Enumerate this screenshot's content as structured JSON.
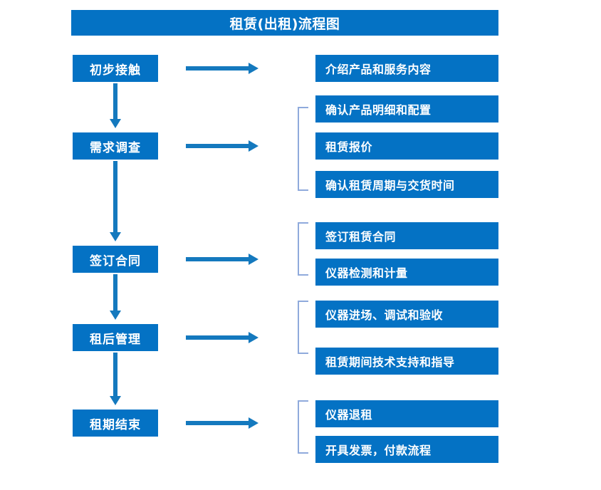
{
  "diagram": {
    "title": "租赁(出租)流程图",
    "colors": {
      "box_fill": "#0472C4",
      "box_text": "#FFFFFF",
      "arrow": "#1479BE",
      "bracket": "#8FAADC",
      "background": "#FFFFFF"
    },
    "stages": [
      {
        "id": "stage-1",
        "label": "初步接触"
      },
      {
        "id": "stage-2",
        "label": "需求调查"
      },
      {
        "id": "stage-3",
        "label": "签订合同"
      },
      {
        "id": "stage-4",
        "label": "租后管理"
      },
      {
        "id": "stage-5",
        "label": "租期结束"
      }
    ],
    "details": [
      {
        "id": "detail-1",
        "label": "介绍产品和服务内容",
        "stage": "stage-1"
      },
      {
        "id": "detail-2",
        "label": "确认产品明细和配置",
        "stage": "stage-2"
      },
      {
        "id": "detail-3",
        "label": "租赁报价",
        "stage": "stage-2"
      },
      {
        "id": "detail-4",
        "label": "确认租赁周期与交货时间",
        "stage": "stage-2"
      },
      {
        "id": "detail-5",
        "label": "签订租赁合同",
        "stage": "stage-3"
      },
      {
        "id": "detail-6",
        "label": "仪器检测和计量",
        "stage": "stage-3"
      },
      {
        "id": "detail-7",
        "label": "仪器进场、调试和验收",
        "stage": "stage-4"
      },
      {
        "id": "detail-8",
        "label": "租赁期间技术支持和指导",
        "stage": "stage-4"
      },
      {
        "id": "detail-9",
        "label": "仪器退租",
        "stage": "stage-5"
      },
      {
        "id": "detail-10",
        "label": "开具发票，付款流程",
        "stage": "stage-5"
      }
    ],
    "connectors": {
      "stage_to_detail_arrows": 5,
      "stage_to_stage_arrows": 4,
      "group_brackets": 4
    }
  }
}
